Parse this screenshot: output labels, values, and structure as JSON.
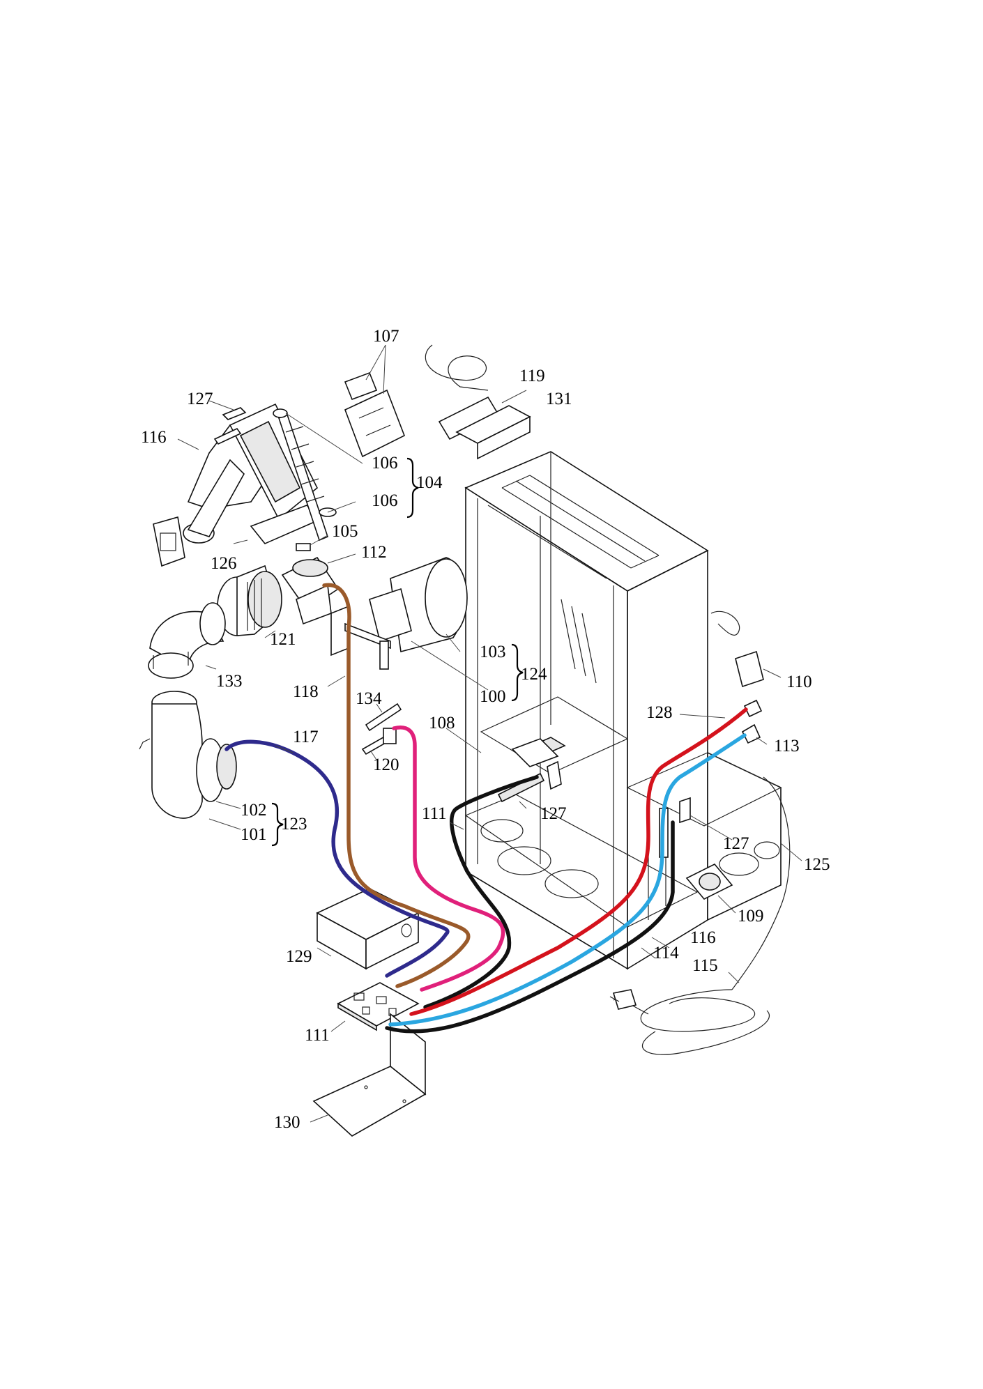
{
  "colors": {
    "wire_blue": "#2e2a8c",
    "wire_brown": "#9a5a2a",
    "wire_magenta": "#e0207a",
    "wire_black": "#111111",
    "wire_red": "#d4121c",
    "wire_cyan": "#2aa6e0"
  },
  "labels": {
    "l107": "107",
    "l119": "119",
    "l131": "131",
    "l127a": "127",
    "l116a": "116",
    "l106a": "106",
    "l104": "104",
    "l106b": "106",
    "l105": "105",
    "l126": "126",
    "l112": "112",
    "l121": "121",
    "l133": "133",
    "l103": "103",
    "l124": "124",
    "l100": "100",
    "l118": "118",
    "l134": "134",
    "l110": "110",
    "l128": "128",
    "l113": "113",
    "l117": "117",
    "l108": "108",
    "l120": "120",
    "l102": "102",
    "l123": "123",
    "l101": "101",
    "l111a": "111",
    "l127b": "127",
    "l127c": "127",
    "l125": "125",
    "l109": "109",
    "l116b": "116",
    "l114": "114",
    "l115": "115",
    "l129": "129",
    "l111b": "111",
    "l130": "130"
  }
}
